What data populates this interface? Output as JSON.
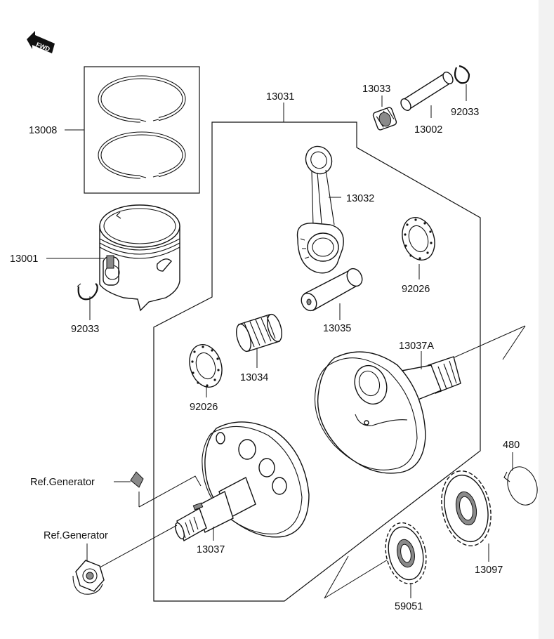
{
  "diagram": {
    "fwd_badge": "FWD",
    "labels": {
      "p13008": "13008",
      "p13001": "13001",
      "p92033_left": "92033",
      "p13031": "13031",
      "p13033": "13033",
      "p13002": "13002",
      "p92033_right": "92033",
      "p13032": "13032",
      "p92026_right": "92026",
      "p13035": "13035",
      "p13034": "13034",
      "p92026_left": "92026",
      "p13037A": "13037A",
      "ref_generator_key": "Ref.Generator",
      "ref_generator_nut": "Ref.Generator",
      "p13037": "13037",
      "p480": "480",
      "p13097": "13097",
      "p59051": "59051"
    }
  }
}
